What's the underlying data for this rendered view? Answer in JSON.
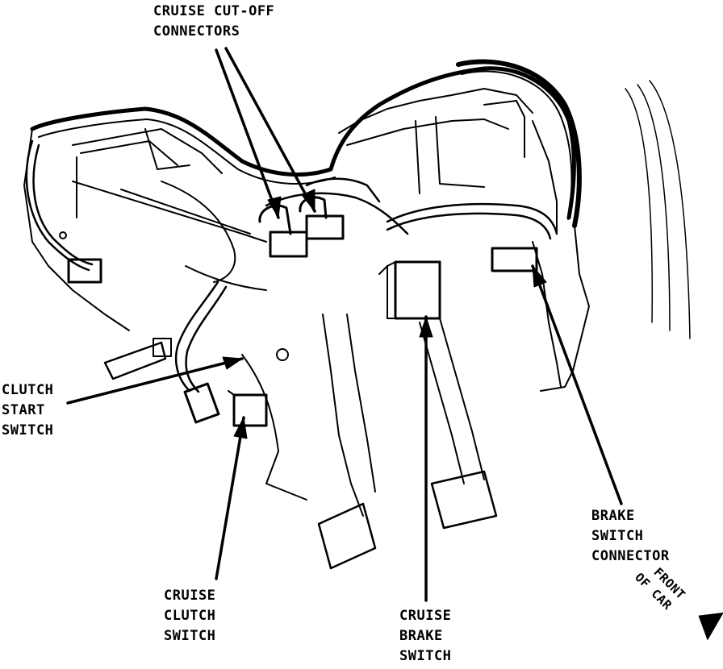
{
  "labels": {
    "cruise_cutoff_connectors": [
      "CRUISE CUT-OFF",
      "CONNECTORS"
    ],
    "clutch_start_switch": [
      "CLUTCH",
      "START",
      "SWITCH"
    ],
    "cruise_clutch_switch": [
      "CRUISE",
      "CLUTCH",
      "SWITCH"
    ],
    "cruise_brake_switch": [
      "CRUISE",
      "BRAKE",
      "SWITCH"
    ],
    "brake_switch_connector": [
      "BRAKE",
      "SWITCH",
      "CONNECTOR"
    ],
    "front_of_car": [
      "FRONT",
      "OF CAR"
    ]
  },
  "colors": {
    "ink": "#000000",
    "paper": "#ffffff"
  }
}
